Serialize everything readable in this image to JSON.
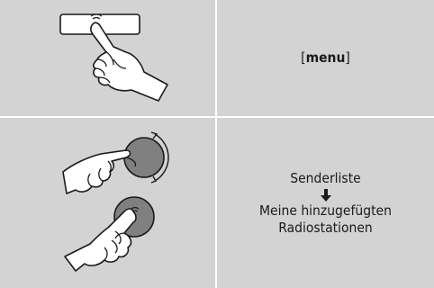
{
  "row1": {
    "key_open": "[",
    "key_name": "menu",
    "key_close": "]"
  },
  "row2": {
    "line1": "Senderliste",
    "arrow_icon": "arrow-down-icon",
    "line2": "Meine hinzugefügten",
    "line3": "Radiostationen"
  }
}
